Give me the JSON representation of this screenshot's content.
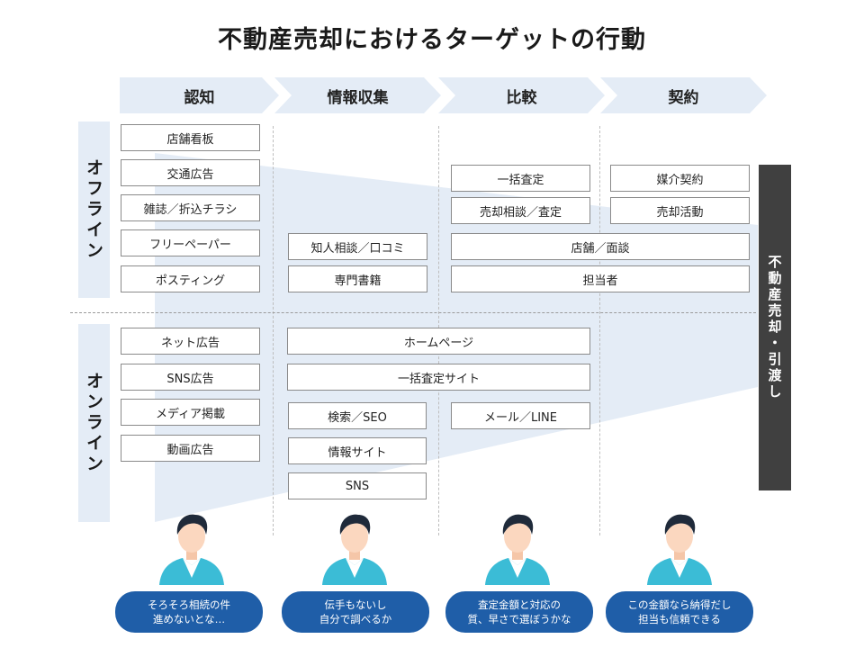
{
  "title": "不動産売却におけるターゲットの行動",
  "stages": [
    "認知",
    "情報収集",
    "比較",
    "契約"
  ],
  "bands": {
    "offline": "オフライン",
    "online": "オンライン"
  },
  "offline": {
    "awareness": [
      "店舗看板",
      "交通広告",
      "雑誌／折込チラシ",
      "フリーペーパー",
      "ポスティング"
    ],
    "info": [
      "知人相談／口コミ",
      "専門書籍"
    ],
    "compare": [
      "一括査定",
      "売却相談／査定"
    ],
    "contract": [
      "媒介契約",
      "売却活動"
    ],
    "wide": [
      "店舗／面談",
      "担当者"
    ]
  },
  "online": {
    "awareness": [
      "ネット広告",
      "SNS広告",
      "メディア掲載",
      "動画広告"
    ],
    "wide": [
      "ホームページ",
      "一括査定サイト"
    ],
    "info": [
      "検索／SEO",
      "情報サイト",
      "SNS"
    ],
    "compare": [
      "メール／LINE"
    ]
  },
  "result": "不動産売却・引渡し",
  "thoughts": [
    [
      "そろそろ相続の件",
      "進めないとな…"
    ],
    [
      "伝手もないし",
      "自分で調べるか"
    ],
    [
      "査定金額と対応の",
      "質、早さで選ぼうかな"
    ],
    [
      "この金額なら納得だし",
      "担当も信頼できる"
    ]
  ],
  "colors": {
    "stage_arrow": "#e4ecf6",
    "funnel": "#e4ecf6",
    "bubble": "#1f5ea8",
    "result_bar": "#404040",
    "shirt": "#3bbcd6",
    "hair": "#1f2a3a",
    "skin": "#fbd7bf"
  }
}
